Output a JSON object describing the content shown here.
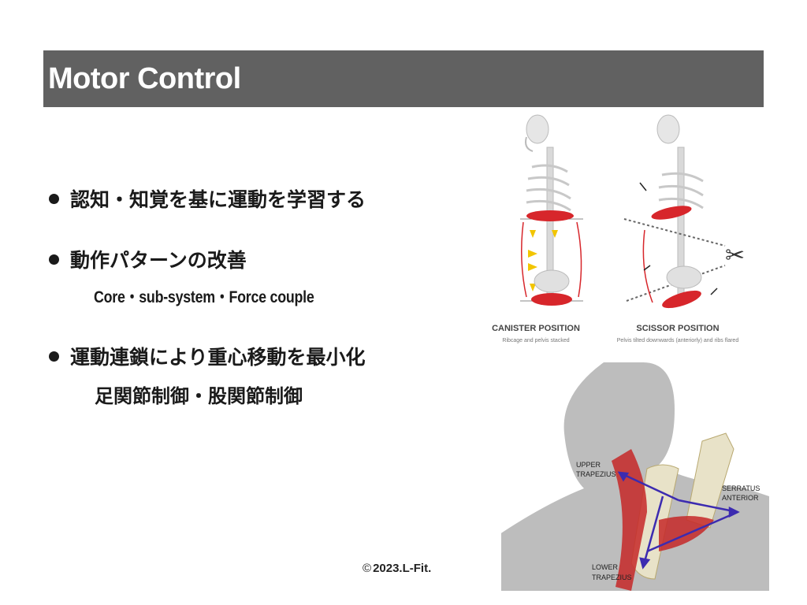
{
  "slide": {
    "title": "Motor Control",
    "bullets": [
      {
        "text": "認知・知覚を基に運動を学習する"
      },
      {
        "text": "動作パターンの改善",
        "sub": "Core・sub-system・Force couple"
      },
      {
        "text": "運動連鎖により重心移動を最小化",
        "sub": "足関節制御・股関節制御"
      }
    ],
    "footer": "2023.L-Fit.",
    "footer_symbol": "©"
  },
  "figure_posture": {
    "left_caption": "CANISTER POSITION",
    "left_sub": "Ribcage and pelvis stacked",
    "right_caption": "SCISSOR POSITION",
    "right_sub": "Pelvis tilted downwards (anteriorly) and ribs flared"
  },
  "figure_scapula": {
    "upper_1": "UPPER",
    "upper_2": "TRAPEZIUS",
    "serratus_1": "SERRATUS",
    "serratus_2": "ANTERIOR",
    "lower_1": "LOWER",
    "lower_2": "TRAPEZIUS"
  },
  "colors": {
    "title_bar": "#616161",
    "muscle_red": "#d7262b",
    "force_arrow": "#3c2bb0",
    "silhouette": "#bdbdbd",
    "bone": "#e8e2c8"
  }
}
